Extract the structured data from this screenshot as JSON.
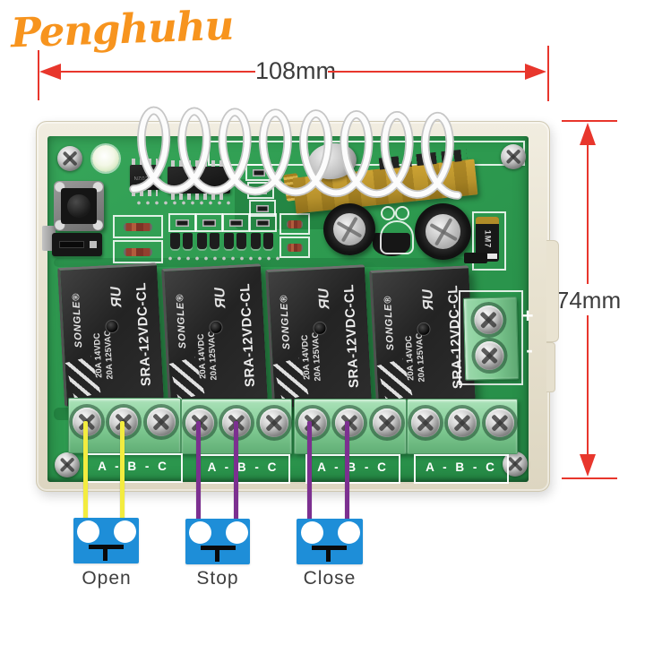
{
  "page": {
    "background": "#FFFFFF"
  },
  "logo": {
    "text": "Penghuhu",
    "color": "#F7941E"
  },
  "dimensions": {
    "width_label": "108mm",
    "height_label": "74mm",
    "line_color": "#E8362C",
    "label_color": "#3D3D3D"
  },
  "board": {
    "colors": {
      "enclosure_cream": "#EAE4D2",
      "pcb_green": "#2E9B50",
      "terminal_green": "#7FCA92",
      "relay_black": "#282828",
      "receiver_gold": "#C19A30"
    },
    "eeprom_label": "24C02N",
    "diode_label": "1M7",
    "relays": [
      {
        "brand": "SONGLE®",
        "model": "SRA-12VDC-CL",
        "rating_line1": "20A 14VDC",
        "rating_line2": "20A 125VAC",
        "ul_mark": "ЯU"
      },
      {
        "brand": "SONGLE®",
        "model": "SRA-12VDC-CL",
        "rating_line1": "20A 14VDC",
        "rating_line2": "20A 125VAC",
        "ul_mark": "ЯU"
      },
      {
        "brand": "SONGLE®",
        "model": "SRA-12VDC-CL",
        "rating_line1": "20A 14VDC",
        "rating_line2": "20A 125VAC",
        "ul_mark": "ЯU"
      },
      {
        "brand": "SONGLE®",
        "model": "SRA-12VDC-CL",
        "rating_line1": "20A 14VDC",
        "rating_line2": "20A 125VAC",
        "ul_mark": "ЯU"
      }
    ],
    "terminal_blocks": [
      {
        "label": "A - B - C"
      },
      {
        "label": "A - B - C"
      },
      {
        "label": "A - B - C"
      },
      {
        "label": "A - B - C"
      }
    ],
    "power_terminal": {
      "plus_label": "+",
      "minus_label": "-"
    }
  },
  "wiring": {
    "switch_color": "#1E8ED8",
    "switches": [
      {
        "label": "Open",
        "wire_color": "#F3EC3F"
      },
      {
        "label": "Stop",
        "wire_color": "#7C3090"
      },
      {
        "label": "Close",
        "wire_color": "#7C3090"
      }
    ]
  }
}
